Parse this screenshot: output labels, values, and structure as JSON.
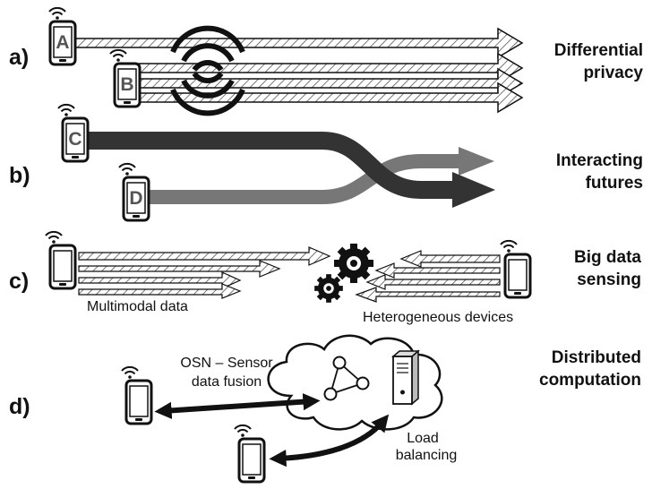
{
  "panels": [
    {
      "letter": "a)",
      "title_lines": [
        "Differential",
        "privacy"
      ],
      "devices": [
        "A",
        "B"
      ]
    },
    {
      "letter": "b)",
      "title_lines": [
        "Interacting",
        "futures"
      ],
      "devices": [
        "C",
        "D"
      ]
    },
    {
      "letter": "c)",
      "title_lines": [
        "Big data",
        "sensing"
      ],
      "captions": [
        "Multimodal data",
        "Heterogeneous devices"
      ]
    },
    {
      "letter": "d)",
      "title_lines": [
        "Distributed",
        "computation"
      ],
      "captions": [
        "OSN – Sensor",
        "data fusion",
        "Load",
        "balancing"
      ]
    }
  ],
  "icons": {
    "phone": "smartphone-icon",
    "wifi": "wifi-icon",
    "gear": "gear-icon",
    "server": "server-icon",
    "network": "network-graph-icon",
    "cloud": "cloud-icon",
    "noise": "noise-waves-icon"
  },
  "colors": {
    "ink": "#111111",
    "dark_stream": "#333333",
    "light_stream": "#777777",
    "hatch": "#555555"
  }
}
